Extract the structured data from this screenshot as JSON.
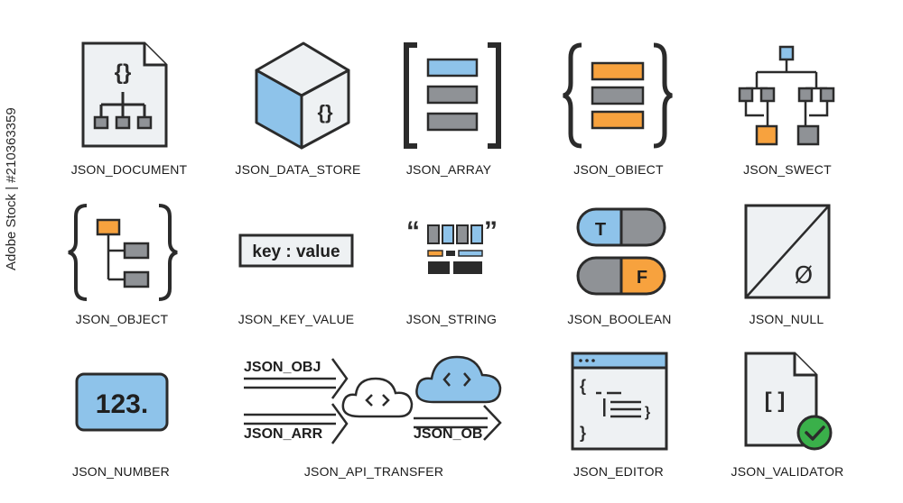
{
  "colors": {
    "stroke": "#2b2b2b",
    "blue": "#8ec3ea",
    "orange": "#f7a23e",
    "gray": "#8f9296",
    "light": "#eef1f3",
    "green": "#3ab04a"
  },
  "watermark": "Adobe Stock | #210363359",
  "icons": [
    {
      "name": "document",
      "label": "JSON_DOCUMENT",
      "glyph": "{}"
    },
    {
      "name": "data-store",
      "label": "JSON_DATA_STORE",
      "glyph": "{}"
    },
    {
      "name": "array",
      "label": "JSON_ARRAY"
    },
    {
      "name": "obiect",
      "label": "JSON_OBIECT"
    },
    {
      "name": "swect",
      "label": "JSON_SWECT"
    },
    {
      "name": "object",
      "label": "JSON_OBJECT"
    },
    {
      "name": "key-value",
      "label": "JSON_KEY_VALUE",
      "text": "key : value"
    },
    {
      "name": "string",
      "label": "JSON_STRING"
    },
    {
      "name": "boolean",
      "label": "JSON_BOOLEAN",
      "true_letter": "T",
      "false_letter": "F"
    },
    {
      "name": "null",
      "label": "JSON_NULL",
      "glyph": "Ø"
    },
    {
      "name": "number",
      "label": "JSON_NUMBER",
      "text": "123."
    },
    {
      "name": "api-transfer",
      "label": "JSON_API_TRANSFER",
      "arrows": [
        "JSON_OBJ",
        "JSON_ARR",
        "JSON_OB"
      ]
    },
    {
      "name": "editor",
      "label": "JSON_EDITOR"
    },
    {
      "name": "validator",
      "label": "JSON_VALIDATOR",
      "glyph": "[ ]"
    }
  ]
}
